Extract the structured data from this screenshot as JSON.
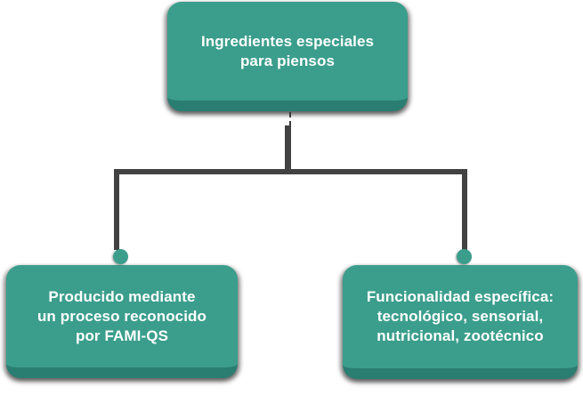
{
  "diagram": {
    "type": "flowchart",
    "colors": {
      "node_fill": "#3B9E8C",
      "node_bottom_edge": "#2A7E71",
      "connector": "#424242",
      "text": "#FFFFFF",
      "background": "#FFFFFF"
    },
    "nodes": {
      "root": {
        "lines": [
          "Ingredientes especiales",
          "para piensos"
        ]
      },
      "left": {
        "lines": [
          "Producido mediante",
          "un proceso reconocido",
          "por FAMI-QS"
        ]
      },
      "right": {
        "lines": [
          "Funcionalidad específica:",
          "tecnológico, sensorial,",
          "nutricional, zootécnico"
        ]
      }
    },
    "edges": [
      {
        "from": "root",
        "to": "left"
      },
      {
        "from": "root",
        "to": "right"
      }
    ]
  }
}
